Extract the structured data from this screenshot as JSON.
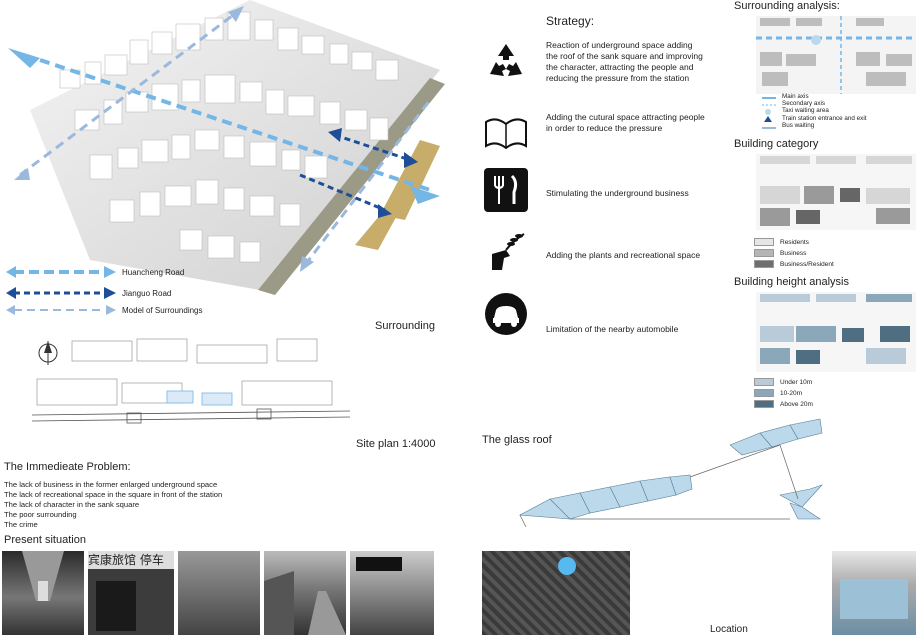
{
  "strategy": {
    "title": "Strategy:",
    "items": [
      {
        "icon": "recycle-icon",
        "text": "Reaction of underground space adding the roof of the sank square and improving the character, attracting the people and reducing the pressure from the station"
      },
      {
        "icon": "book-icon",
        "text": "Adding the cutural space attracting people in order to reduce the pressure"
      },
      {
        "icon": "fork-knife-icon",
        "text": "Stimulating the underground business"
      },
      {
        "icon": "plant-hand-icon",
        "text": "Adding the plants and recreational space"
      },
      {
        "icon": "car-icon",
        "text": "Limitation of the nearby automobile"
      }
    ]
  },
  "surrounding_analysis": {
    "title": "Surrounding analysis:",
    "legend": [
      "Main axis",
      "Secondary axis",
      "Taxi waiting area",
      "Train station entrance and exit",
      "Bus waiting"
    ]
  },
  "building_category": {
    "title": "Building category",
    "legend": [
      "Residents",
      "Business",
      "Business/Resident"
    ]
  },
  "building_height": {
    "title": "Building height analysis",
    "legend": [
      "Under 10m",
      "10-20m",
      "Above 20m"
    ]
  },
  "roads_legend": [
    "Huancheng Road",
    "Jianguo Road",
    "Model of Surroundings"
  ],
  "labels": {
    "surrounding": "Surrounding",
    "site_plan": "Site plan 1:4000",
    "glass_roof": "The glass roof",
    "present_situation": "Present situation",
    "location": "Location"
  },
  "problem": {
    "title": "The Immedieate Problem:",
    "items": [
      "The lack of business in the former enlarged underground space",
      "The lack of recreational space in the square in front of the station",
      "The lack of character in the sank square",
      "The poor surrounding",
      "The crime"
    ]
  },
  "photo_signs": [
    "宾康旅馆",
    "停车"
  ],
  "colors": {
    "light_blue": "#74b6e6",
    "dark_blue": "#1f4e99",
    "mid_blue": "#9bb9dc",
    "sand": "#c8ac6a",
    "glass": "#bcd9ec"
  }
}
